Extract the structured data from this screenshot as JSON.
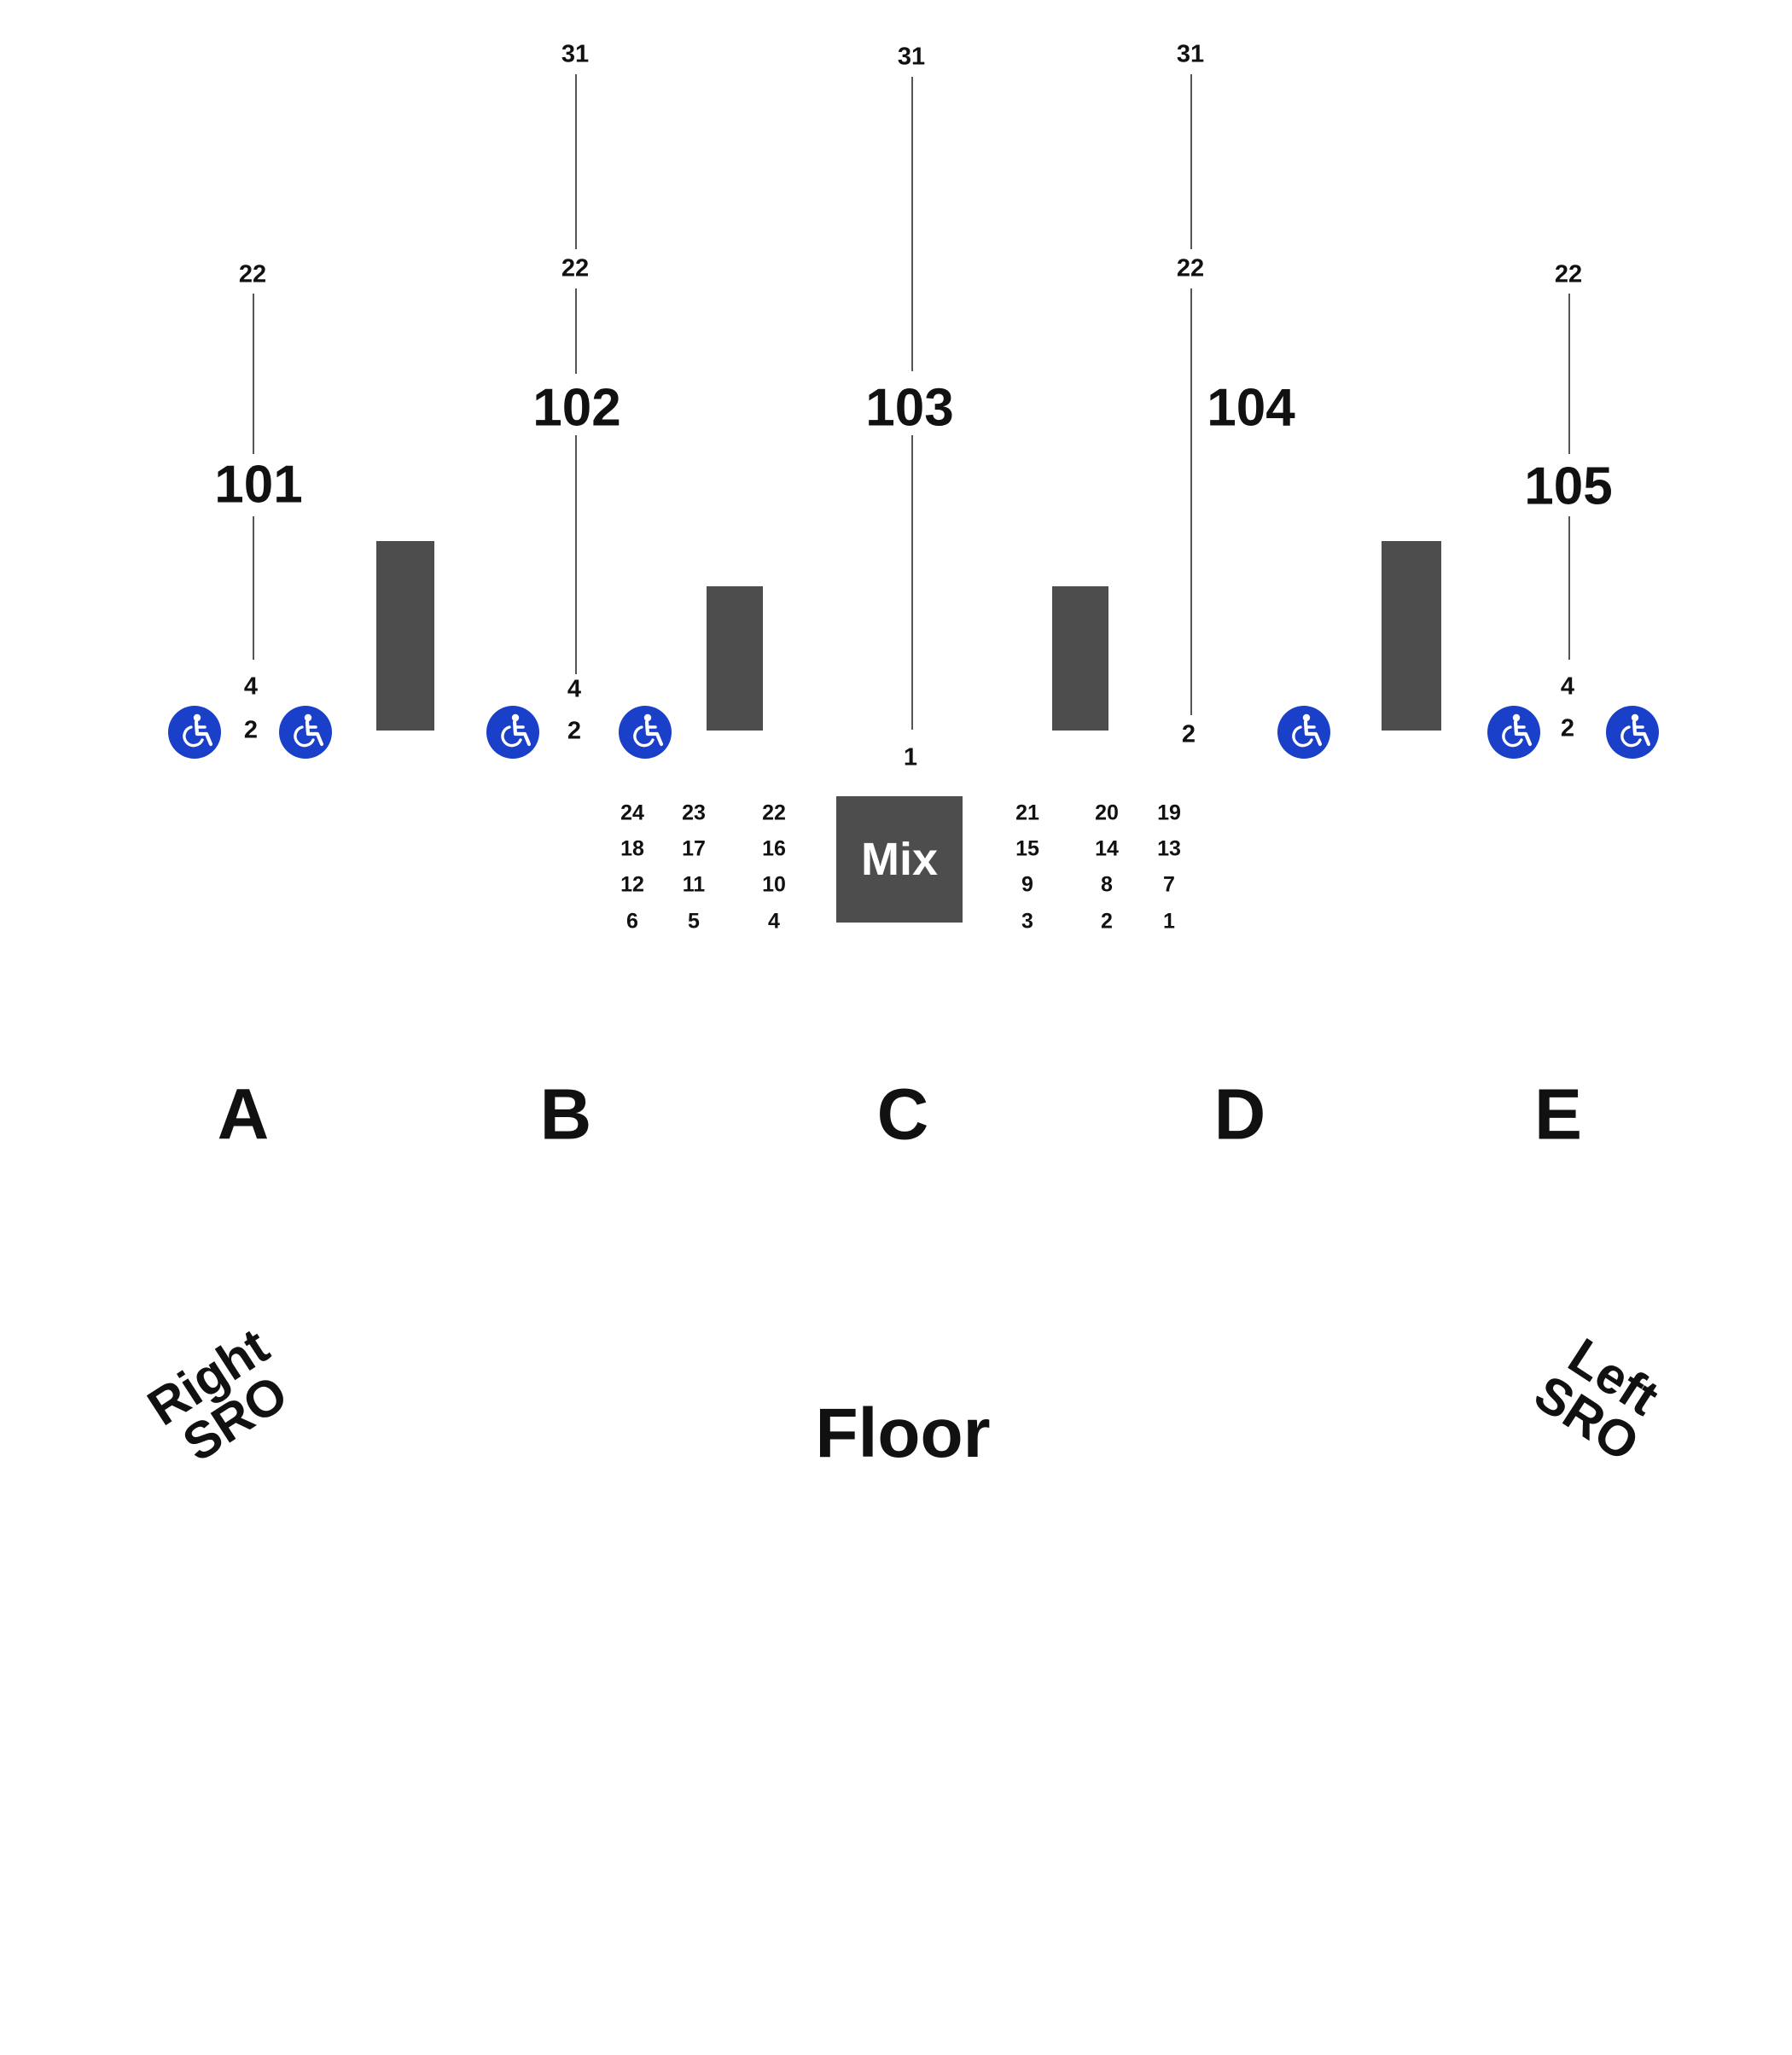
{
  "sections": {
    "s101": {
      "label": "101",
      "row_top": "22",
      "row_mid": "4",
      "row_low": "2"
    },
    "s102": {
      "label": "102",
      "row_top": "31",
      "row_mid": "22",
      "row_low4": "4",
      "row_low": "2"
    },
    "s103": {
      "label": "103",
      "row_top": "31",
      "row_low": "1"
    },
    "s104": {
      "label": "104",
      "row_top": "31",
      "row_mid": "22",
      "row_low": "2"
    },
    "s105": {
      "label": "105",
      "row_top": "22",
      "row_mid": "4",
      "row_low": "2"
    }
  },
  "mix": {
    "label": "Mix",
    "left_rows": [
      [
        "24",
        "23",
        "22"
      ],
      [
        "18",
        "17",
        "16"
      ],
      [
        "12",
        "11",
        "10"
      ],
      [
        "6",
        "5",
        "4"
      ]
    ],
    "right_rows": [
      [
        "21",
        "20",
        "19"
      ],
      [
        "15",
        "14",
        "13"
      ],
      [
        "9",
        "8",
        "7"
      ],
      [
        "3",
        "2",
        "1"
      ]
    ]
  },
  "floor_sections": [
    "A",
    "B",
    "C",
    "D",
    "E"
  ],
  "floor_label": "Floor",
  "right_sro": {
    "line1": "Right",
    "line2": "SRO"
  },
  "left_sro": {
    "line1": "Left",
    "line2": "SRO"
  },
  "colors": {
    "wheelchair": "#1a3fc9",
    "block": "#4d4d4d"
  },
  "icons": [
    "wheelchair-accessible-icon"
  ]
}
